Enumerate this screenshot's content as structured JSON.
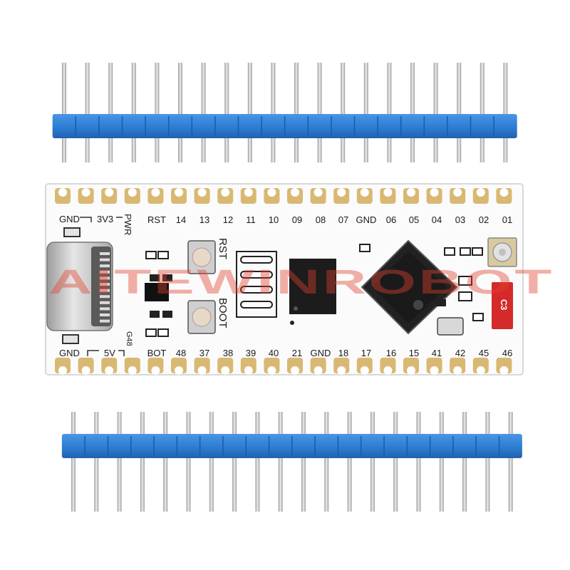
{
  "board": {
    "top_labels": [
      "RST",
      "14",
      "13",
      "12",
      "11",
      "10",
      "09",
      "08",
      "07",
      "GND",
      "06",
      "05",
      "04",
      "03",
      "02",
      "01"
    ],
    "bottom_labels": [
      "BOT",
      "48",
      "37",
      "38",
      "39",
      "40",
      "21",
      "GND",
      "18",
      "17",
      "16",
      "15",
      "41",
      "42",
      "45",
      "46"
    ],
    "left_top": {
      "gnd": "GND",
      "v33": "3V3",
      "pwr": "PWR"
    },
    "left_bottom": {
      "gnd": "GND",
      "v5": "5V",
      "g48": "G48"
    },
    "buttons": {
      "rst": "RST",
      "boot": "BOOT"
    },
    "antenna_label": "C3"
  },
  "watermark": "AITEWINROBOT",
  "colors": {
    "pcb": "#fbfbfb",
    "header_plastic": "#2f7fd6",
    "pin_metal": "#c8c8c8",
    "pad_gold": "#d9b873",
    "chip": "#1c1c1c",
    "watermark": "#e0402e",
    "antenna_red": "#d42a2a"
  }
}
